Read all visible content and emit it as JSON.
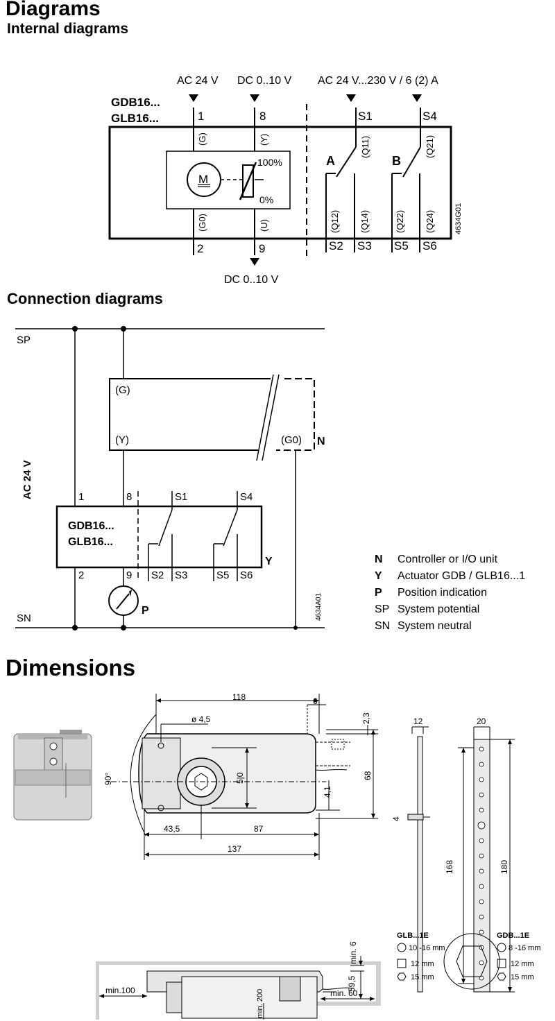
{
  "title": "Diagrams",
  "internal": {
    "heading": "Internal diagrams",
    "supply_ac": "AC 24 V",
    "signal_in": "DC 0..10 V",
    "switch_rating": "AC 24 V...230 V / 6 (2) A",
    "model_1": "GDB16...",
    "model_2": "GLB16...",
    "t1": "1",
    "t8": "8",
    "ts1": "S1",
    "ts4": "S4",
    "t2": "2",
    "t9": "9",
    "ts2": "S2",
    "ts3": "S3",
    "ts5": "S5",
    "ts6": "S6",
    "pin_g": "(G)",
    "pin_y": "(Y)",
    "pin_g0": "(G0)",
    "pin_u": "(U)",
    "q11": "(Q11)",
    "q21": "(Q21)",
    "q12": "(Q12)",
    "q14": "(Q14)",
    "q22": "(Q22)",
    "q24": "(Q24)",
    "motor": "M",
    "pct_100": "100%",
    "pct_0": "0%",
    "switch_a": "A",
    "switch_b": "B",
    "signal_out": "DC 0..10 V",
    "code": "4634G01"
  },
  "connection": {
    "heading": "Connection diagrams",
    "sp": "SP",
    "sn": "SN",
    "ac": "AC 24 V",
    "g": "(G)",
    "y": "(Y)",
    "g0": "(G0)",
    "n": "N",
    "model_1": "GDB16...",
    "model_2": "GLB16...",
    "t1": "1",
    "t8": "8",
    "ts1": "S1",
    "ts4": "S4",
    "t2": "2",
    "t9": "9",
    "ts2": "S2",
    "ts3": "S3",
    "ts5": "S5",
    "ts6": "S6",
    "y_label": "Y",
    "p": "P",
    "code": "4634A01",
    "legend": [
      {
        "key": "N",
        "bold": true,
        "text": "Controller or I/O unit"
      },
      {
        "key": "Y",
        "bold": true,
        "text": "Actuator GDB / GLB16...1"
      },
      {
        "key": "P",
        "bold": true,
        "text": "Position indication"
      },
      {
        "key": "SP",
        "bold": false,
        "text": "System potential"
      },
      {
        "key": "SN",
        "bold": false,
        "text": "System neutral"
      }
    ]
  },
  "dimensions": {
    "heading": "Dimensions",
    "d118": "118",
    "d6": "6",
    "d23": "2,3",
    "dhole": "ø 4,5",
    "d90": "90°",
    "d510": "5|0",
    "d68": "68",
    "d41": "4,1",
    "d435": "43,5",
    "d87": "87",
    "d137": "137",
    "d12": "12",
    "d20": "20",
    "d4": "4",
    "d168": "168",
    "d180": "180",
    "min6": "min. 6",
    "d595": "59,5",
    "min100": "min.100",
    "min60": "min. 60",
    "min200": "min.\n200",
    "glb": "GLB...1E",
    "gdb": "GDB...1E",
    "glb_round": "10 -16 mm",
    "glb_square": "12 mm",
    "glb_hex": "15 mm",
    "gdb_round": "8 -16 mm",
    "gdb_square": "12 mm",
    "gdb_hex": "15 mm"
  }
}
